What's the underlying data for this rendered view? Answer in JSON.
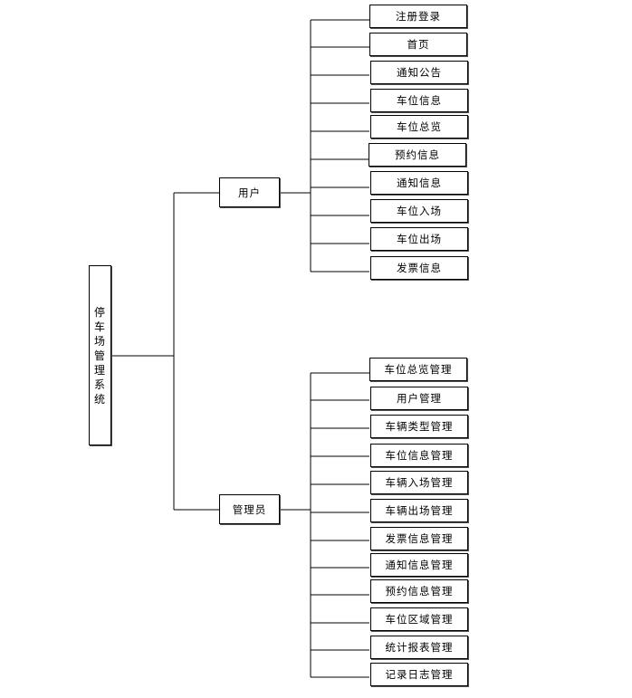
{
  "root": {
    "label": "停车场管理系统"
  },
  "groups": [
    {
      "label": "用户",
      "items": [
        "注册登录",
        "首页",
        "通知公告",
        "车位信息",
        "车位总览",
        "预约信息",
        "通知信息",
        "车位入场",
        "车位出场",
        "发票信息"
      ]
    },
    {
      "label": "管理员",
      "items": [
        "车位总览管理",
        "用户管理",
        "车辆类型管理",
        "车位信息管理",
        "车辆入场管理",
        "车辆出场管理",
        "发票信息管理",
        "通知信息管理",
        "预约信息管理",
        "车位区域管理",
        "统计报表管理",
        "记录日志管理"
      ]
    }
  ]
}
